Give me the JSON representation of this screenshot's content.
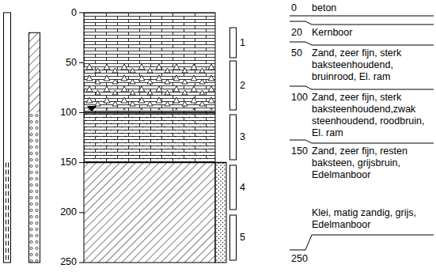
{
  "diagram": {
    "labels": [
      "0",
      "50",
      "100",
      "150",
      "200",
      "250",
      "1",
      "2",
      "3",
      "4",
      "5",
      "0",
      "beton",
      "20",
      "Kernboor",
      "50",
      "Zand, zeer fijn, sterk baksteenhoudend, bruinrood, El. ram",
      "100",
      "Zand, zeer fijn, sterk baksteenhoudend,zwak steenhoudend, roodbruin, El. ram",
      "150",
      "Zand, zeer fijn, resten baksteen, grijsbruin, Edelmanboor",
      "250",
      "Klei, matig zandig, grijs, Edelmanboor"
    ]
  }
}
